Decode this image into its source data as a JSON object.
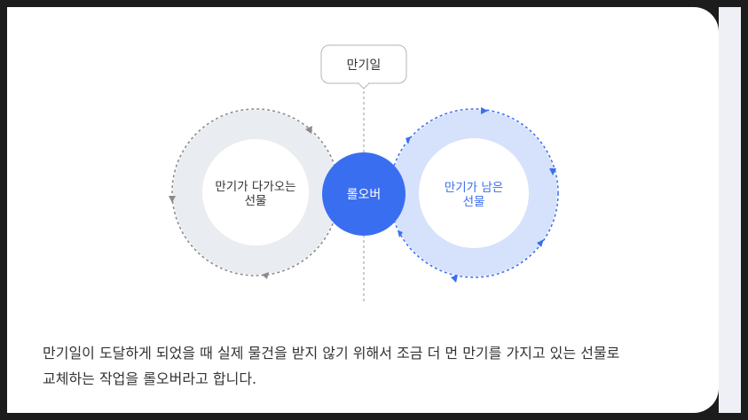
{
  "diagram": {
    "callout_label": "만기일",
    "left_circle": {
      "line1": "만기가 다가오는",
      "line2": "선물"
    },
    "center_label": "롤오버",
    "right_circle": {
      "line1": "만기가 남은",
      "line2": "선물"
    }
  },
  "description": {
    "line1": "만기일이 도달하게 되었을 때 실제 물건을 받지 않기 위해서 조금 더 먼 만기를 가지고 있는 선물로",
    "line2": "교체하는 작업을 롤오버라고 합니다."
  },
  "colors": {
    "accent": "#3a6ef0",
    "right_ring": "#d6e2fb",
    "left_ring": "#e9ecf1",
    "left_dash": "#8a8a8a",
    "right_dash": "#3a6ef0"
  }
}
